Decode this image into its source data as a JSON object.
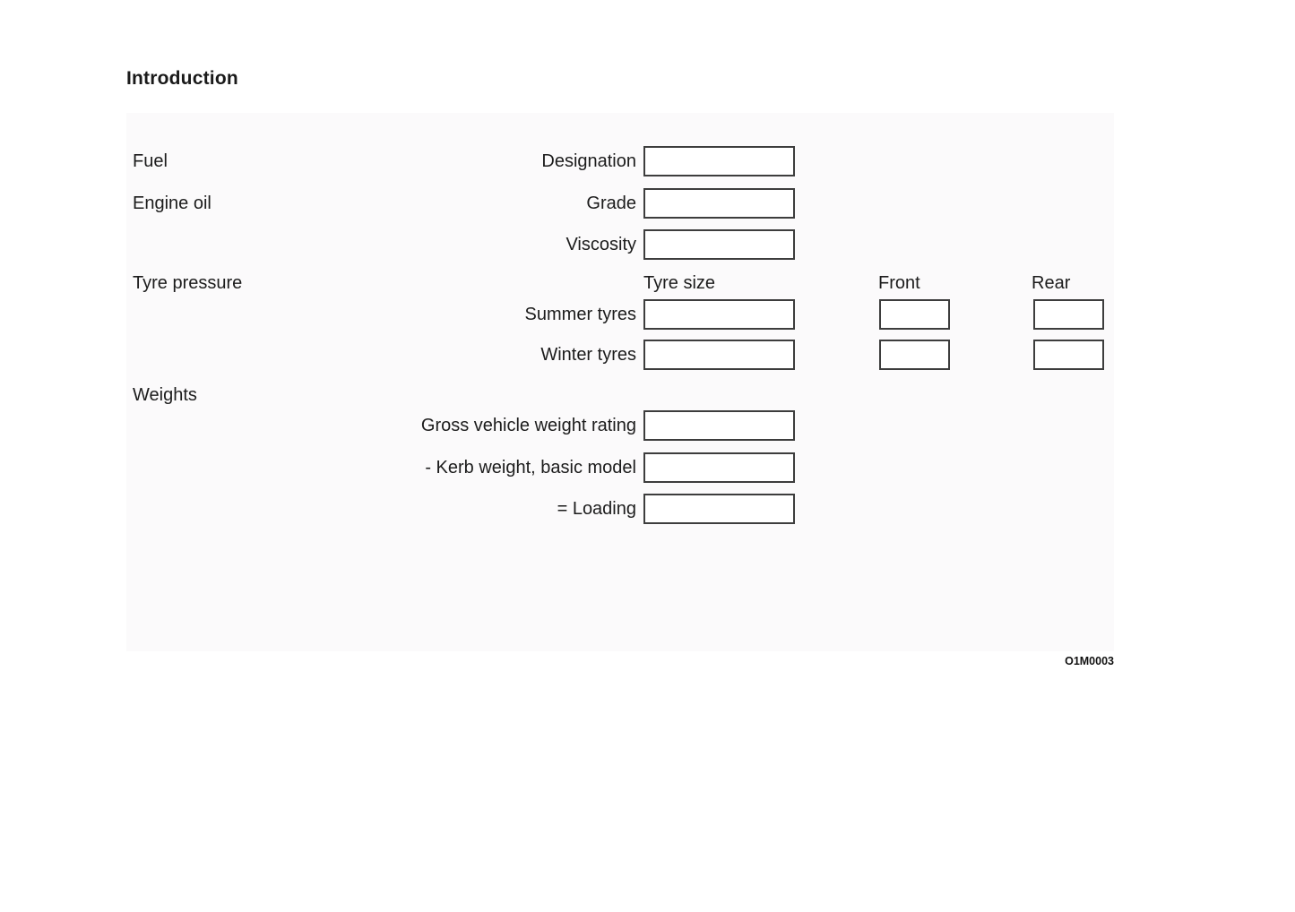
{
  "page": {
    "title": "Introduction",
    "figure_code": "O1M0003"
  },
  "colors": {
    "panel_bg": "#fbfafb",
    "box_border": "#3d3d3d",
    "text": "#1a1a1a"
  },
  "form": {
    "sections": {
      "fuel": {
        "label": "Fuel"
      },
      "engine_oil": {
        "label": "Engine oil"
      },
      "tyre_pressure": {
        "label": "Tyre pressure"
      },
      "weights": {
        "label": "Weights"
      }
    },
    "row_labels": {
      "designation": "Designation",
      "grade": "Grade",
      "viscosity": "Viscosity",
      "summer_tyres": "Summer tyres",
      "winter_tyres": "Winter tyres",
      "gross_vehicle_weight_rating": "Gross vehicle weight rating",
      "kerb_weight": "- Kerb weight, basic model",
      "loading": "= Loading"
    },
    "column_headers": {
      "tyre_size": "Tyre size",
      "front": "Front",
      "rear": "Rear"
    },
    "fields": {
      "designation": "",
      "grade": "",
      "viscosity": "",
      "summer_tyre_size": "",
      "summer_front": "",
      "summer_rear": "",
      "winter_tyre_size": "",
      "winter_front": "",
      "winter_rear": "",
      "gross_vehicle_weight_rating": "",
      "kerb_weight": "",
      "loading": ""
    }
  }
}
